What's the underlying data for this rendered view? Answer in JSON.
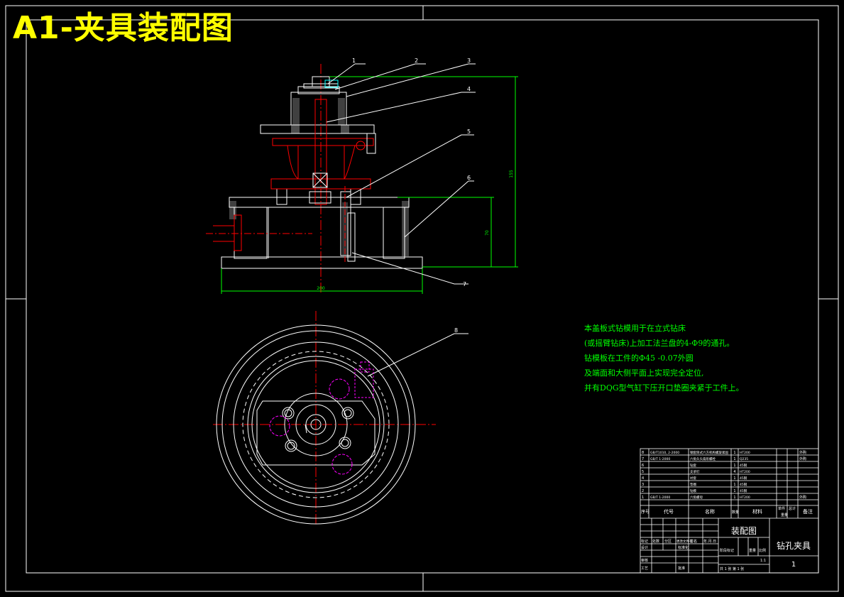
{
  "title": "A1-夹具装配图",
  "callouts": [
    "1",
    "2",
    "3",
    "4",
    "5",
    "6",
    "7",
    "8"
  ],
  "dimensions": {
    "width": "200",
    "height_total": "155",
    "height_body": "70"
  },
  "notes": [
    "本盖板式钻模用于在立式钻床",
    "(或摇臂钻床)上加工法兰盘的4-Φ9的通孔。",
    "钻模板在工件的Φ45 -0.07外圆",
    "及端面和大侧平面上实现完全定位,",
    "并有DQG型气缸下压开口垫圈夹紧于工件上。"
  ],
  "bom": {
    "rows": [
      {
        "no": "8",
        "code": "GB/T1010, 2-2000",
        "name": "钢套筒式六方机构螺旋紧固",
        "qty": "1",
        "mat": "HT200",
        "note": "外购"
      },
      {
        "no": "7",
        "code": "GB/T 1-2000",
        "name": "六角头头扇形螺栓",
        "qty": "1",
        "mat": "Q235",
        "note": "外购"
      },
      {
        "no": "6",
        "code": "",
        "name": "钻套",
        "qty": "1",
        "mat": "45钢",
        "note": ""
      },
      {
        "no": "5",
        "code": "",
        "name": "支承钉",
        "qty": "4",
        "mat": "HT200",
        "note": ""
      },
      {
        "no": "4",
        "code": "",
        "name": "衬套",
        "qty": "1",
        "mat": "45钢",
        "note": ""
      },
      {
        "no": "3",
        "code": "",
        "name": "垫圈",
        "qty": "1",
        "mat": "45钢",
        "note": ""
      },
      {
        "no": "2",
        "code": "",
        "name": "钻模",
        "qty": "1",
        "mat": "45钢",
        "note": ""
      },
      {
        "no": "1",
        "code": "GB/T 1-2000",
        "name": "六角螺母",
        "qty": "1",
        "mat": "HT200",
        "note": "外购"
      }
    ],
    "header": {
      "no": "序号",
      "code": "代号",
      "name": "名称",
      "qty": "数量",
      "mat": "材料",
      "single": "单件",
      "total": "总计",
      "weight": "重量",
      "note": "备注"
    },
    "drawing_name": "装配图",
    "part_name": "钻孔夹具",
    "sheet_no": "1",
    "labels": {
      "mark": "标记",
      "count": "处数",
      "zone": "分区",
      "change_no": "更改文件号",
      "sign": "签名",
      "date": "年.月.日",
      "design": "设计",
      "std": "标准化",
      "review": "审核",
      "process": "工艺",
      "approve": "批准",
      "stage": "阶段标记",
      "weight": "重量",
      "scale": "比例",
      "scale_val": "1:1",
      "sheets": "共 1 张  第 1 张"
    }
  }
}
